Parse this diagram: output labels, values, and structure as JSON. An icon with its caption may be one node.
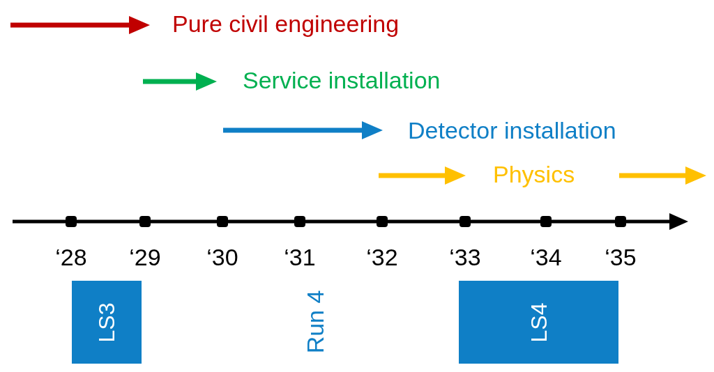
{
  "diagram": {
    "nodes": [
      {
        "text": [
          "LS3"
        ]
      },
      {
        "text": [
          "LS4"
        ]
      }
    ],
    "edges": [],
    "labels": [
      "‘28",
      "‘29",
      "‘30",
      "‘31",
      "‘32",
      "‘33",
      "‘34",
      "‘35",
      "Run 4"
    ],
    "legend": [
      {
        "text": "Pure civil engineering",
        "color": "#c00000"
      },
      {
        "text": "Service installation",
        "color": "#00b050"
      },
      {
        "text": "Detector installation",
        "color": "#0f7fc6"
      },
      {
        "text": "Physics",
        "color": "#ffc000"
      }
    ]
  }
}
